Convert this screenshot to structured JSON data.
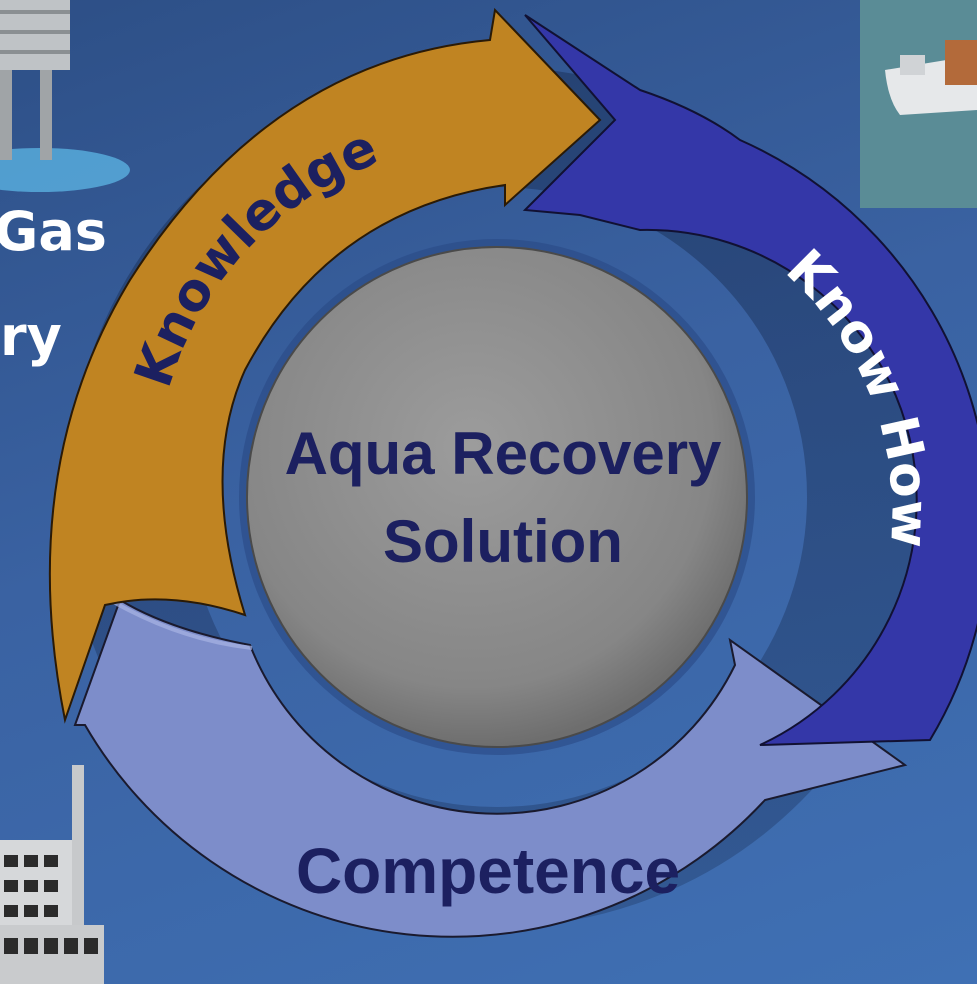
{
  "diagram": {
    "center_title": [
      "Aqua Recovery",
      "Solution"
    ],
    "segments": [
      {
        "label": "Knowledge",
        "color": "#c08422"
      },
      {
        "label": "Know How",
        "color": "#3437a8"
      },
      {
        "label": "Competence",
        "color": "#7d8dca"
      }
    ],
    "center_color": "#8c8c8c",
    "text_color": "#1c2060"
  },
  "side_text": {
    "line1": "Gas",
    "line2": "ry"
  },
  "colors": {
    "background": "#3a62a2",
    "sea": "#5a8c96"
  }
}
